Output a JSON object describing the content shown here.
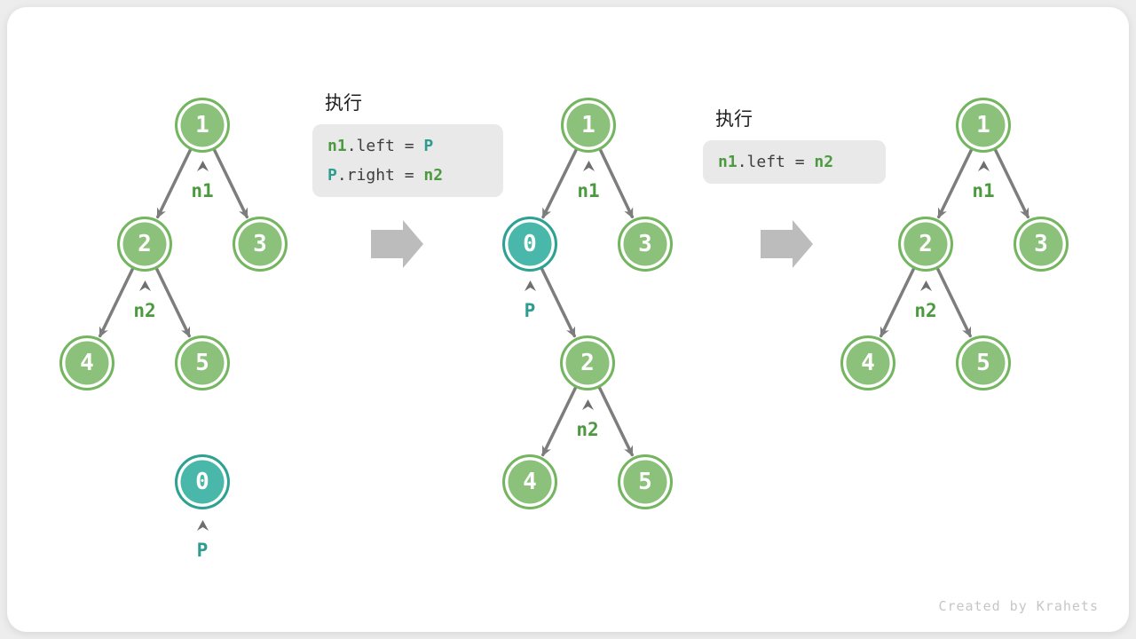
{
  "card": {
    "watermark": "Created by Krahets"
  },
  "colors": {
    "node_green_fill": "#8cc17b",
    "node_green_border": "#74b55f",
    "node_teal_fill": "#49b8aa",
    "node_teal_border": "#2fa193",
    "pointer_green": "#4c9a3f",
    "pointer_teal": "#2e9c8e",
    "edge_gray": "#7d7d7d",
    "block_arrow_gray": "#bcbcbc",
    "code_bg": "#e9e9e9",
    "code_text": "#3d3d3d"
  },
  "exec_blocks": [
    {
      "title": "执行",
      "lines": [
        {
          "lhs": "n1",
          "mid": ".left = ",
          "rhs": "P"
        },
        {
          "lhs": "P",
          "mid": ".right = ",
          "rhs": "n2"
        }
      ]
    },
    {
      "title": "执行",
      "lines": [
        {
          "lhs": "n1",
          "mid": ".left = ",
          "rhs": "n2"
        }
      ]
    }
  ],
  "trees": [
    {
      "name": "before-insertion",
      "nodes": [
        {
          "value": "1"
        },
        {
          "value": "2"
        },
        {
          "value": "3"
        },
        {
          "value": "4"
        },
        {
          "value": "5"
        },
        {
          "value": "0"
        }
      ],
      "pointers": [
        {
          "label": "n1"
        },
        {
          "label": "n2"
        },
        {
          "label": "P"
        }
      ]
    },
    {
      "name": "node-p-inserted",
      "nodes": [
        {
          "value": "1"
        },
        {
          "value": "0"
        },
        {
          "value": "3"
        },
        {
          "value": "2"
        },
        {
          "value": "4"
        },
        {
          "value": "5"
        }
      ],
      "pointers": [
        {
          "label": "n1"
        },
        {
          "label": "P"
        },
        {
          "label": "n2"
        }
      ]
    },
    {
      "name": "after-removal",
      "nodes": [
        {
          "value": "1"
        },
        {
          "value": "2"
        },
        {
          "value": "3"
        },
        {
          "value": "4"
        },
        {
          "value": "5"
        }
      ],
      "pointers": [
        {
          "label": "n1"
        },
        {
          "label": "n2"
        }
      ]
    }
  ]
}
